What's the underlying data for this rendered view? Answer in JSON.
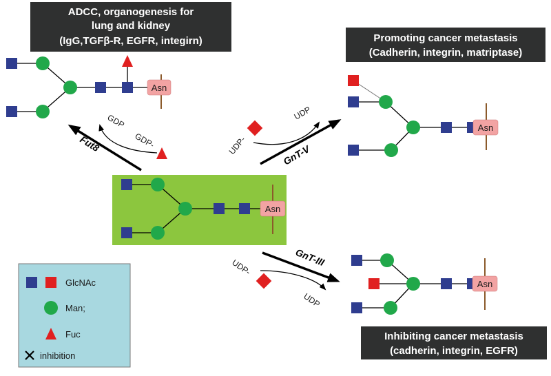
{
  "boxes": {
    "top_left": {
      "lines": [
        "ADCC, organogenesis for",
        "lung and kidney",
        "(IgG,TGFβ-R, EGFR, integirn)"
      ]
    },
    "top_right": {
      "lines": [
        "Promoting cancer metastasis",
        "(Cadherin, integrin, matriptase)"
      ]
    },
    "bottom_right": {
      "lines": [
        "Inhibiting cancer metastasis",
        "(cadherin, integrin, EGFR)"
      ]
    }
  },
  "asn_label": "Asn",
  "reactions": {
    "fut8": {
      "enzyme": "Fut8",
      "donor": "GDP-",
      "product": "GDP"
    },
    "gntv": {
      "enzyme": "GnT-V",
      "donor": "UDP-",
      "product": "UDP"
    },
    "gntiii": {
      "enzyme": "GnT-III",
      "donor": "UDP-",
      "product": "UDP"
    }
  },
  "legend": {
    "glcnac": "GlcNAc",
    "man": "Man;",
    "fuc": "Fuc",
    "inhibition": "inhibition"
  },
  "colors": {
    "glcnac_blue": "#2f3d8f",
    "glcnac_red": "#e02020",
    "mannose_green": "#21a84a",
    "fucose_red": "#e02020",
    "asn_pink": "#f2a3a3",
    "title_box": "#2f3030",
    "core_panel": "#8cc63e",
    "legend_panel": "#a8d8e0"
  }
}
